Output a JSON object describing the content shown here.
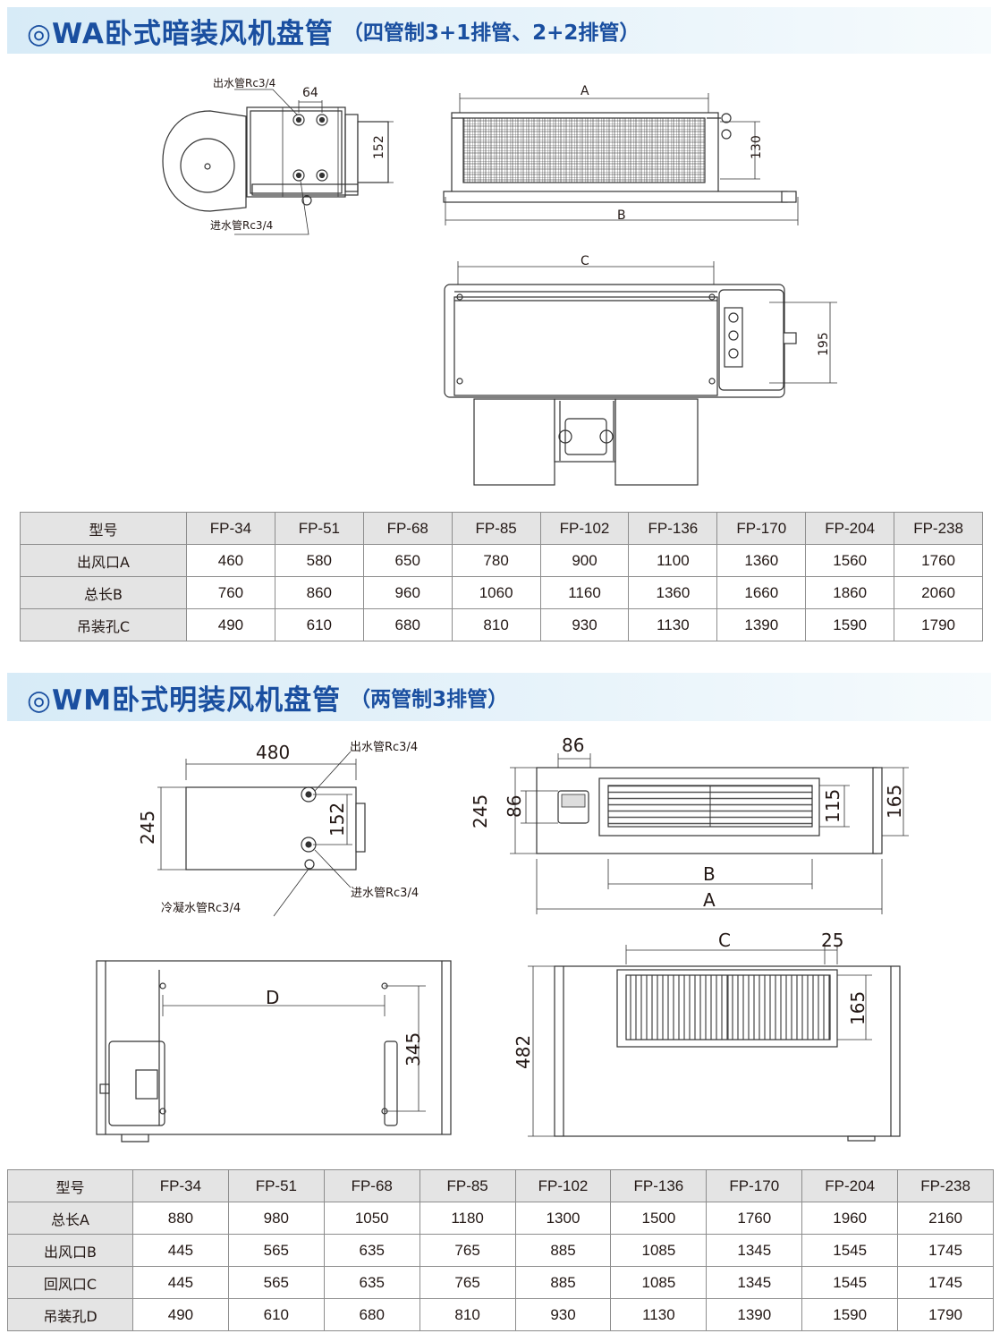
{
  "wa": {
    "title": "◎WA卧式暗装风机盘管",
    "subtitle": "（四管制3+1排管、2+2排管）",
    "labels": {
      "outlet": "出水管Rc3/4",
      "inlet": "进水管Rc3/4",
      "d64": "64",
      "d152": "152",
      "A": "A",
      "B": "B",
      "d130": "130",
      "C": "C",
      "d195": "195"
    },
    "table": {
      "header": "型号",
      "models": [
        "FP-34",
        "FP-51",
        "FP-68",
        "FP-85",
        "FP-102",
        "FP-136",
        "FP-170",
        "FP-204",
        "FP-238"
      ],
      "rows": [
        {
          "label": "出风口A",
          "values": [
            "460",
            "580",
            "650",
            "780",
            "900",
            "1100",
            "1360",
            "1560",
            "1760"
          ]
        },
        {
          "label": "总长B",
          "values": [
            "760",
            "860",
            "960",
            "1060",
            "1160",
            "1360",
            "1660",
            "1860",
            "2060"
          ]
        },
        {
          "label": "吊装孔C",
          "values": [
            "490",
            "610",
            "680",
            "810",
            "930",
            "1130",
            "1390",
            "1590",
            "1790"
          ]
        }
      ]
    }
  },
  "wm": {
    "title": "◎WM卧式明装风机盘管",
    "subtitle": "（两管制3排管）",
    "labels": {
      "d480": "480",
      "outlet": "出水管Rc3/4",
      "d245": "245",
      "d152": "152",
      "inlet": "进水管Rc3/4",
      "drain": "冷凝水管Rc3/4",
      "d86a": "86",
      "d245b": "245",
      "d86b": "86",
      "d115": "115",
      "d165": "165",
      "B": "B",
      "A": "A",
      "D": "D",
      "d345": "345",
      "C": "C",
      "d25": "25",
      "d165b": "165",
      "d482": "482"
    },
    "table": {
      "header": "型号",
      "models": [
        "FP-34",
        "FP-51",
        "FP-68",
        "FP-85",
        "FP-102",
        "FP-136",
        "FP-170",
        "FP-204",
        "FP-238"
      ],
      "rows": [
        {
          "label": "总长A",
          "values": [
            "880",
            "980",
            "1050",
            "1180",
            "1300",
            "1500",
            "1760",
            "1960",
            "2160"
          ]
        },
        {
          "label": "出风口B",
          "values": [
            "445",
            "565",
            "635",
            "765",
            "885",
            "1085",
            "1345",
            "1545",
            "1745"
          ]
        },
        {
          "label": "回风口C",
          "values": [
            "445",
            "565",
            "635",
            "765",
            "885",
            "1085",
            "1345",
            "1545",
            "1745"
          ]
        },
        {
          "label": "吊装孔D",
          "values": [
            "490",
            "610",
            "680",
            "810",
            "930",
            "1130",
            "1390",
            "1590",
            "1790"
          ]
        }
      ]
    }
  }
}
